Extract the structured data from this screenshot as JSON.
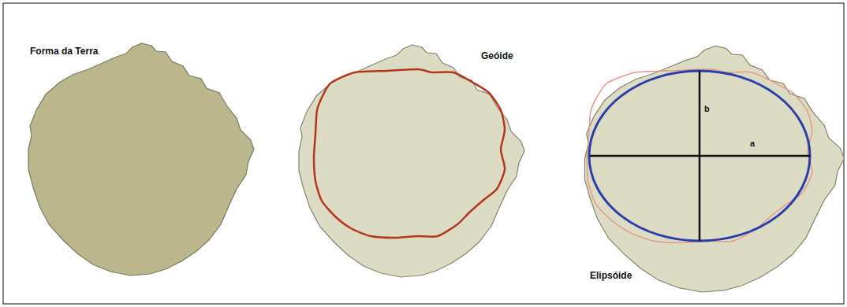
{
  "diagram": {
    "labels": [
      "Forma da Terra",
      "Geóide",
      "b",
      "a",
      "Elipsóide"
    ]
  }
}
